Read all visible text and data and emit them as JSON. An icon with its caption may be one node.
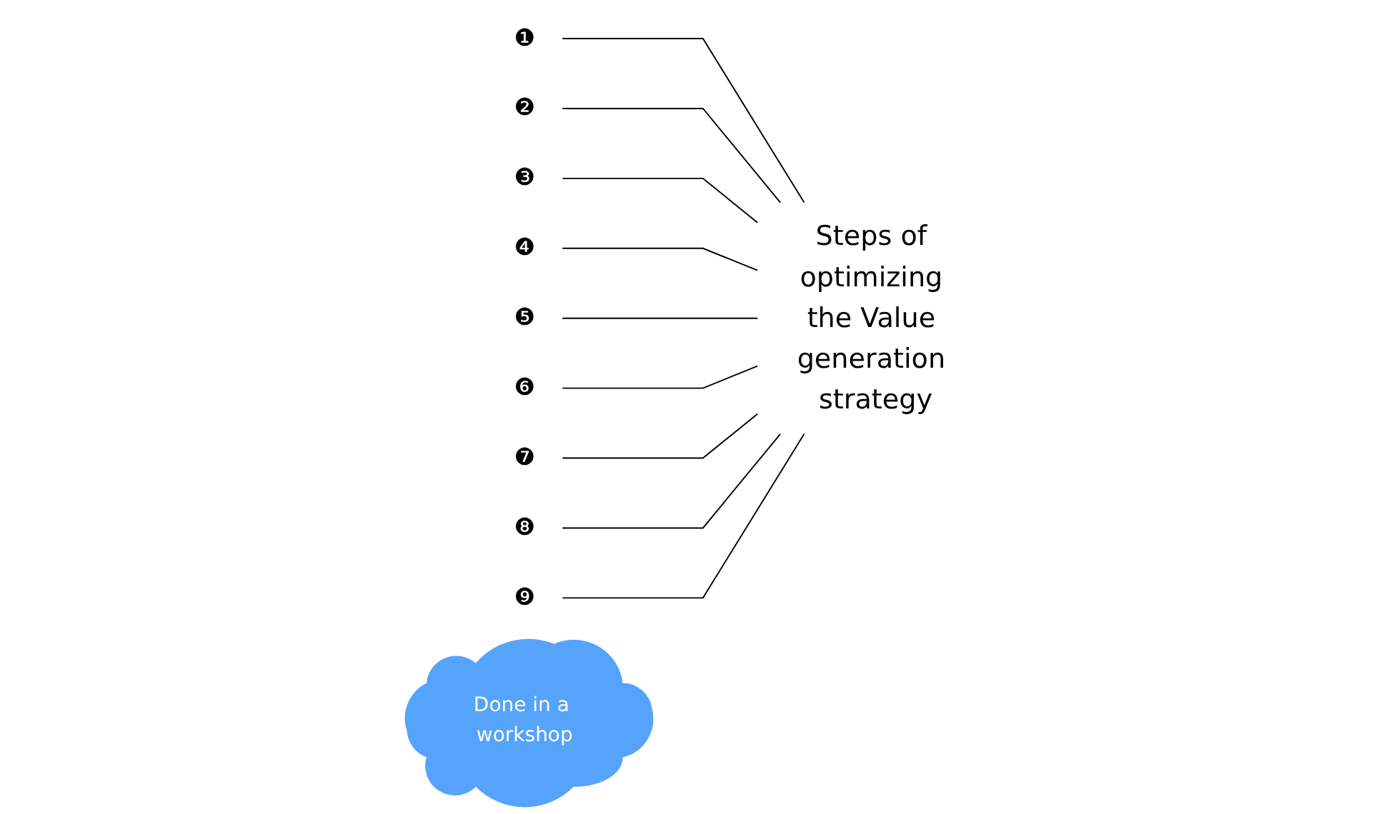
{
  "diagram": {
    "nodes": [
      {
        "text": [
          "❶"
        ]
      },
      {
        "text": [
          "❷"
        ]
      },
      {
        "text": [
          "❸"
        ]
      },
      {
        "text": [
          "❹"
        ]
      },
      {
        "text": [
          "❺"
        ]
      },
      {
        "text": [
          "❻"
        ]
      },
      {
        "text": [
          "❼"
        ]
      },
      {
        "text": [
          "❽"
        ]
      },
      {
        "text": [
          "❾"
        ]
      },
      {
        "text": [
          "Steps of optimizing the Value generation strategy"
        ]
      },
      {
        "text": [
          "Done in a workshop"
        ]
      }
    ],
    "edges": [
      {
        "from": 0,
        "to": 9,
        "arrow": "none"
      },
      {
        "from": 1,
        "to": 9,
        "arrow": "none"
      },
      {
        "from": 2,
        "to": 9,
        "arrow": "none"
      },
      {
        "from": 3,
        "to": 9,
        "arrow": "none"
      },
      {
        "from": 4,
        "to": 9,
        "arrow": "none"
      },
      {
        "from": 5,
        "to": 9,
        "arrow": "none"
      },
      {
        "from": 6,
        "to": 9,
        "arrow": "none"
      },
      {
        "from": 7,
        "to": 9,
        "arrow": "none"
      },
      {
        "from": 8,
        "to": 9,
        "arrow": "none"
      }
    ]
  }
}
